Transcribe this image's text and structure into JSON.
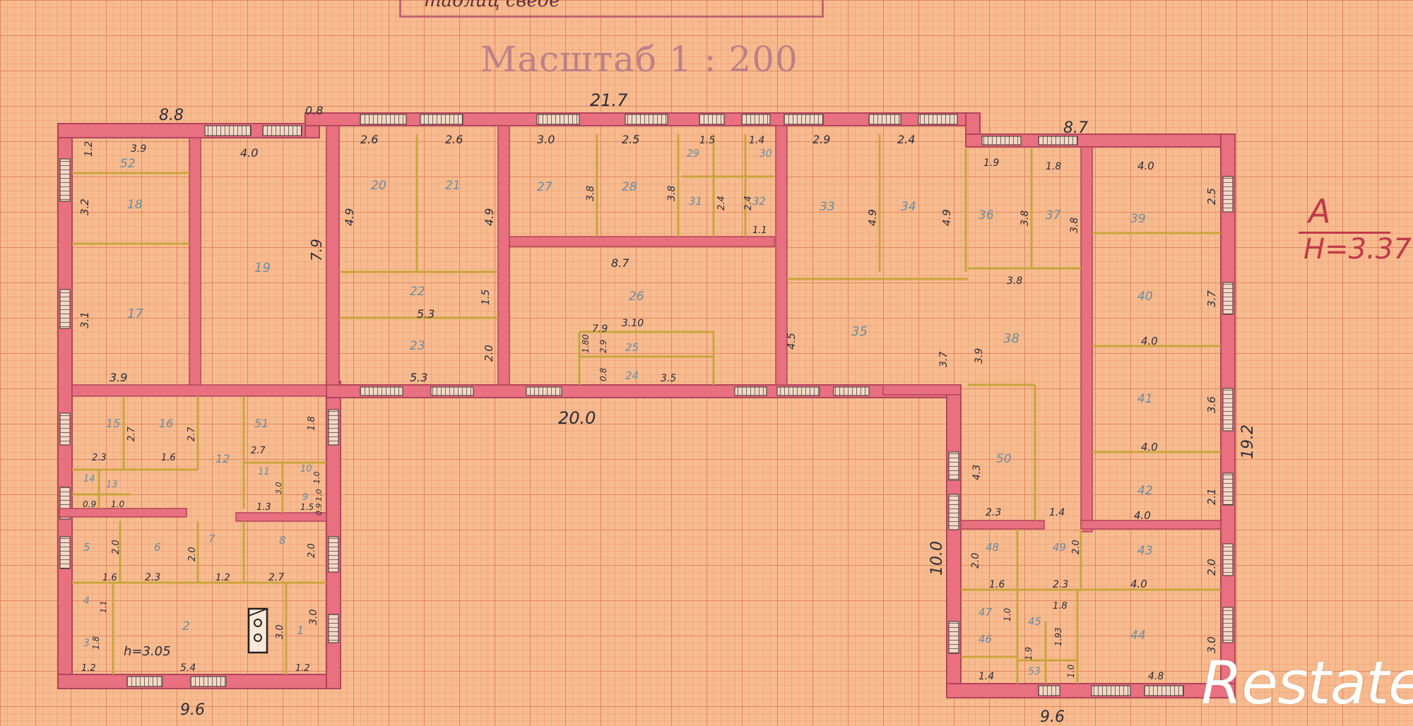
{
  "header": {
    "stamp_text": "таблиц сведе",
    "scale": "Масштаб 1 : 200"
  },
  "level": {
    "letter": "А",
    "height": "Н=3.37"
  },
  "brand": "Restate",
  "colors": {
    "paper": "#f7bb8f",
    "grid": "#d66a44",
    "wall": "#e8707f",
    "wall_outline": "#b2445a",
    "partition": "#c9a43c",
    "dimension_text": "#2b2d3a",
    "room_number": "#6a8ca0"
  },
  "overall_dims": {
    "top_left": "8.8",
    "top_left_notch": "0.8",
    "top_center": "21.7",
    "top_right": "8.7",
    "corridor_bottom": "20.0",
    "bottom_left": "9.6",
    "bottom_right": "9.6",
    "right_height": "19.2",
    "right_wing_left_height": "10.0",
    "left_block_height": "7.9",
    "ceiling_height": "h=3.05"
  },
  "rooms": [
    {
      "id": "r52",
      "number": "52"
    },
    {
      "id": "r18a",
      "number": "18"
    },
    {
      "id": "r17",
      "number": "17"
    },
    {
      "id": "r19",
      "number": "19"
    },
    {
      "id": "r20",
      "number": "20"
    },
    {
      "id": "r21",
      "number": "21"
    },
    {
      "id": "r22",
      "number": "22"
    },
    {
      "id": "r23",
      "number": "23"
    },
    {
      "id": "r27",
      "number": "27"
    },
    {
      "id": "r28",
      "number": "28"
    },
    {
      "id": "r26",
      "number": "26"
    },
    {
      "id": "r25",
      "number": "25"
    },
    {
      "id": "r24",
      "number": "24"
    },
    {
      "id": "r29",
      "number": "29"
    },
    {
      "id": "r30",
      "number": "30"
    },
    {
      "id": "r31",
      "number": "31"
    },
    {
      "id": "r32",
      "number": "32"
    },
    {
      "id": "r33",
      "number": "33"
    },
    {
      "id": "r34",
      "number": "34"
    },
    {
      "id": "r35",
      "number": "35"
    },
    {
      "id": "r36",
      "number": "36"
    },
    {
      "id": "r37",
      "number": "37"
    },
    {
      "id": "r38",
      "number": "38"
    },
    {
      "id": "r39",
      "number": "39"
    },
    {
      "id": "r40",
      "number": "40"
    },
    {
      "id": "r41",
      "number": "41"
    },
    {
      "id": "r42",
      "number": "42"
    },
    {
      "id": "r43",
      "number": "43"
    },
    {
      "id": "r44",
      "number": "44"
    },
    {
      "id": "r45",
      "number": "45"
    },
    {
      "id": "r46",
      "number": "46"
    },
    {
      "id": "r47",
      "number": "47"
    },
    {
      "id": "r48",
      "number": "48"
    },
    {
      "id": "r49",
      "number": "49"
    },
    {
      "id": "r50",
      "number": "50"
    },
    {
      "id": "r53",
      "number": "53"
    },
    {
      "id": "r15",
      "number": "15"
    },
    {
      "id": "r16",
      "number": "16"
    },
    {
      "id": "r12",
      "number": "12"
    },
    {
      "id": "r51",
      "number": "51"
    },
    {
      "id": "r14",
      "number": "14"
    },
    {
      "id": "r13",
      "number": "13"
    },
    {
      "id": "r11",
      "number": "11"
    },
    {
      "id": "r10",
      "number": "10"
    },
    {
      "id": "r9",
      "number": "9"
    },
    {
      "id": "r5",
      "number": "5"
    },
    {
      "id": "r6",
      "number": "6"
    },
    {
      "id": "r7",
      "number": "7"
    },
    {
      "id": "r8",
      "number": "8"
    },
    {
      "id": "r2",
      "number": "2"
    },
    {
      "id": "r1",
      "number": "1"
    },
    {
      "id": "r4",
      "number": "4"
    },
    {
      "id": "r3",
      "number": "3"
    }
  ],
  "dimensions": [
    "3.9",
    "1.2",
    "3.2",
    "3.1",
    "3.9",
    "4.0",
    "7.9",
    "2.6",
    "2.6",
    "4.9",
    "4.9",
    "3.0",
    "2.5",
    "1.5",
    "1.4",
    "3.8",
    "3.8",
    "2.4",
    "2.4",
    "1.1",
    "8.7",
    "1.5",
    "5.3",
    "5.3",
    "2.0",
    "2.9",
    "2.4",
    "4.9",
    "4.9",
    "4.5",
    "3.10",
    "1.80",
    "2.9",
    "0.8",
    "3.5",
    "1.9",
    "1.8",
    "3.8",
    "3.8",
    "3.8",
    "4.0",
    "2.5",
    "3.7",
    "4.0",
    "3.6",
    "4.0",
    "2.1",
    "4.0",
    "2.0",
    "4.0",
    "3.0",
    "4.8",
    "3.7",
    "3.9",
    "4.3",
    "2.3",
    "1.4",
    "2.0",
    "1.6",
    "2.3",
    "2.0",
    "1.8",
    "1.0",
    "1.9",
    "1.93",
    "1.0",
    "1.4",
    "2.7",
    "1.6",
    "2.3",
    "2.7",
    "1.8",
    "2.7",
    "1.0",
    "0.9",
    "1.0",
    "1.3",
    "3.0",
    "1.0",
    "1.5",
    "0.9",
    "2.0",
    "2.3",
    "2.0",
    "1.6",
    "1.2",
    "2.7",
    "2.0",
    "3.0",
    "3.0",
    "1.8",
    "1.2",
    "5.4",
    "1.2",
    "1.1"
  ]
}
